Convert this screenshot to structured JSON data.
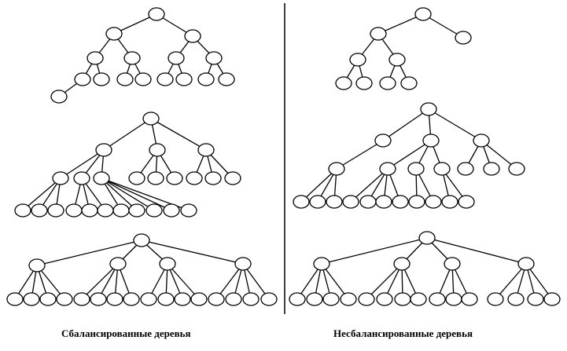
{
  "captions": {
    "left": "Сбалансированные деревья",
    "right": "Несбалансированные деревья"
  },
  "colors": {
    "stroke": "#000000",
    "node_fill": "#ffffff",
    "background": "#ffffff"
  },
  "panels": [
    {
      "side": "left",
      "kind": "balanced",
      "tree_count": 3
    },
    {
      "side": "right",
      "kind": "unbalanced",
      "tree_count": 3
    }
  ]
}
